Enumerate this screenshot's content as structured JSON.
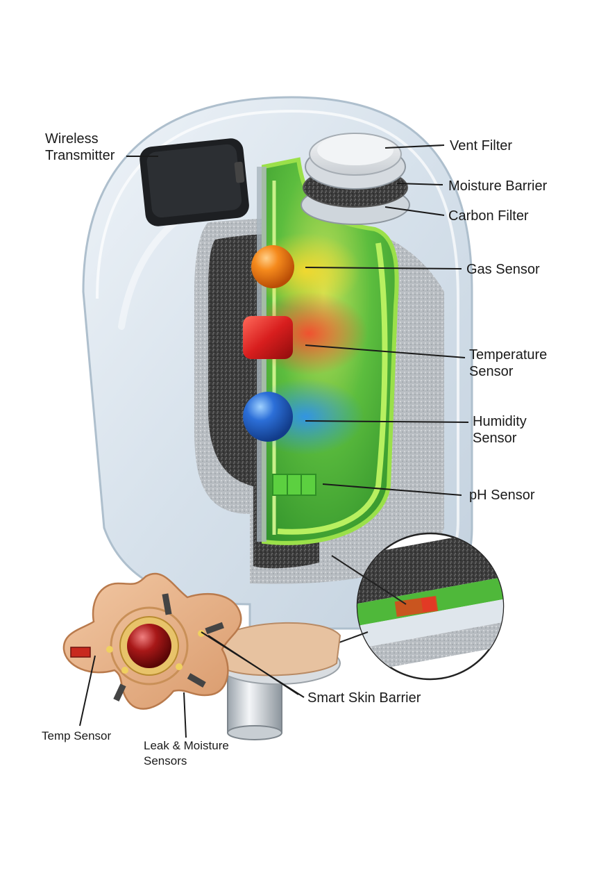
{
  "labels": {
    "wireless_transmitter": [
      "Wireless",
      "Transmitter"
    ],
    "vent_filter": "Vent Filter",
    "moisture_barrier": "Moisture Barrier",
    "carbon_filter": "Carbon Filter",
    "gas_sensor": "Gas Sensor",
    "temperature_sensor": [
      "Temperature",
      "Sensor"
    ],
    "humidity_sensor": [
      "Humidity",
      "Sensor"
    ],
    "ph_sensor": "pH Sensor",
    "smart_skin_barrier": "Smart Skin Barrier",
    "temp_sensor": "Temp Sensor",
    "leak_moisture_sensors": [
      "Leak & Moisture",
      "Sensors"
    ]
  },
  "colors": {
    "pouch": "#dfe8f0",
    "pouch_edge": "#b7c6d4",
    "carbon": "#3a3a3a",
    "green_chamber": "#4fb83a",
    "gas_sensor": "#f07a10",
    "temperature_sensor": "#d81e1e",
    "humidity_sensor": "#1f5fc4",
    "ph_sensor": "#5cd040",
    "skin_barrier": "#e8b48c",
    "leader_line": "#1a1a1a"
  }
}
